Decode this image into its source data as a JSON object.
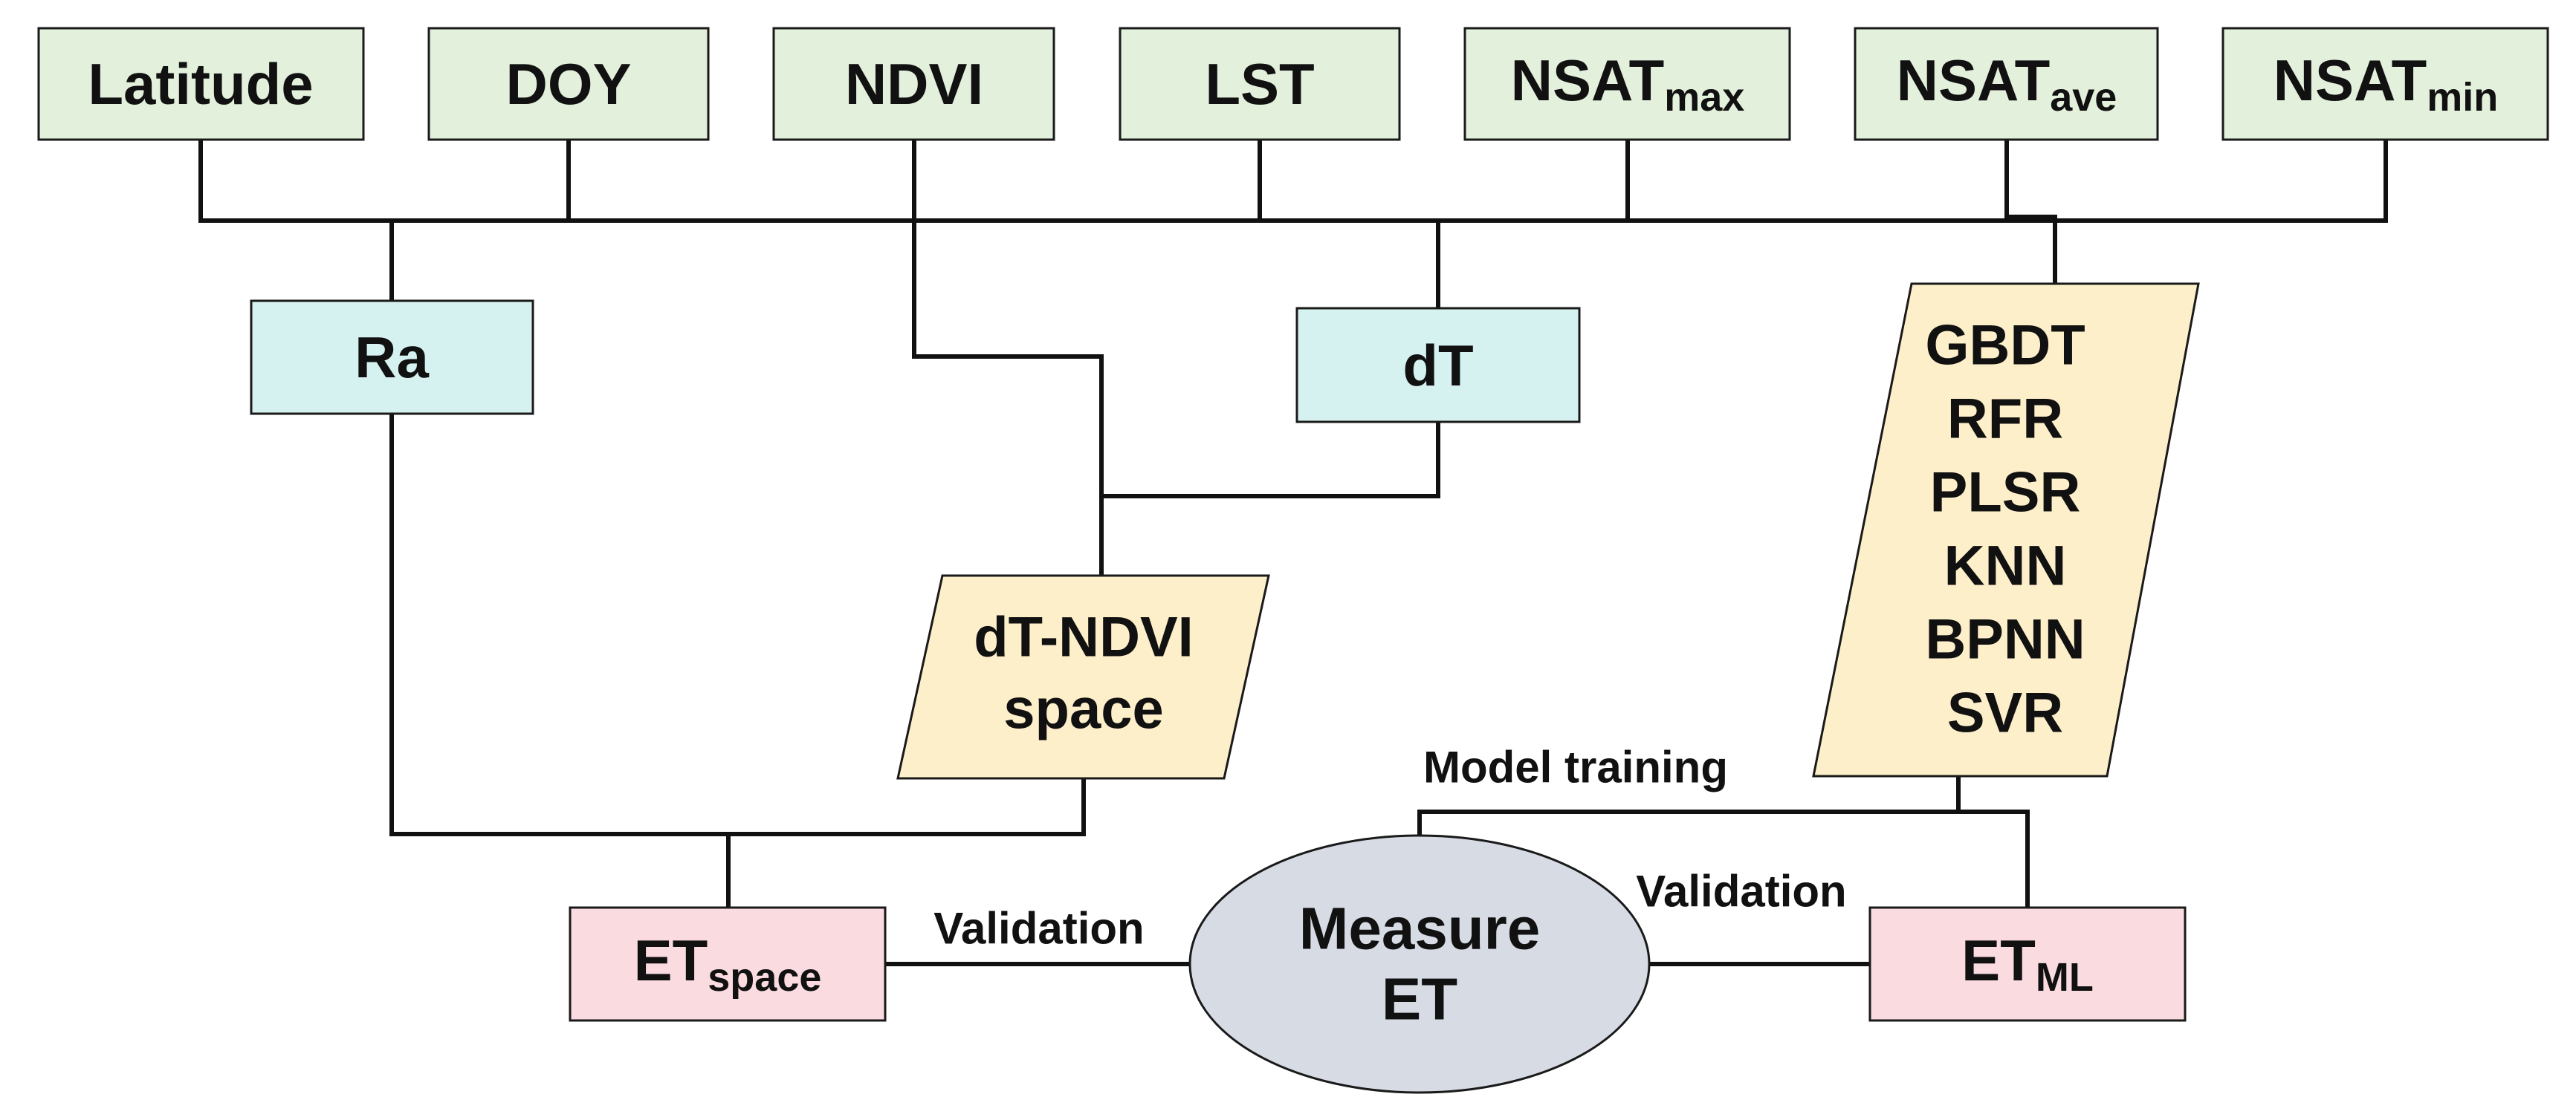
{
  "inputs": {
    "latitude": "Latitude",
    "doy": "DOY",
    "ndvi": "NDVI",
    "lst": "LST",
    "nsat_max": {
      "base": "NSAT",
      "sub": "max"
    },
    "nsat_ave": {
      "base": "NSAT",
      "sub": "ave"
    },
    "nsat_min": {
      "base": "NSAT",
      "sub": "min"
    }
  },
  "intermediates": {
    "ra": "Ra",
    "dt": "dT",
    "dt_ndvi_line1": "dT-NDVI",
    "dt_ndvi_line2": "space"
  },
  "models": [
    "GBDT",
    "RFR",
    "PLSR",
    "KNN",
    "BPNN",
    "SVR"
  ],
  "measure": {
    "line1": "Measure",
    "line2": "ET"
  },
  "outputs": {
    "et_space": {
      "base": "ET",
      "sub": "space"
    },
    "et_ml": {
      "base": "ET",
      "sub": "ML"
    }
  },
  "edge_labels": {
    "model_training": "Model training",
    "validation_left": "Validation",
    "validation_right": "Validation"
  },
  "colors": {
    "input_fill": "#e3f0dc",
    "intermediate_fill": "#d6f2f0",
    "model_fill": "#fdefc9",
    "output_fill": "#f9dbe0",
    "measure_fill": "#d6dbe4"
  }
}
